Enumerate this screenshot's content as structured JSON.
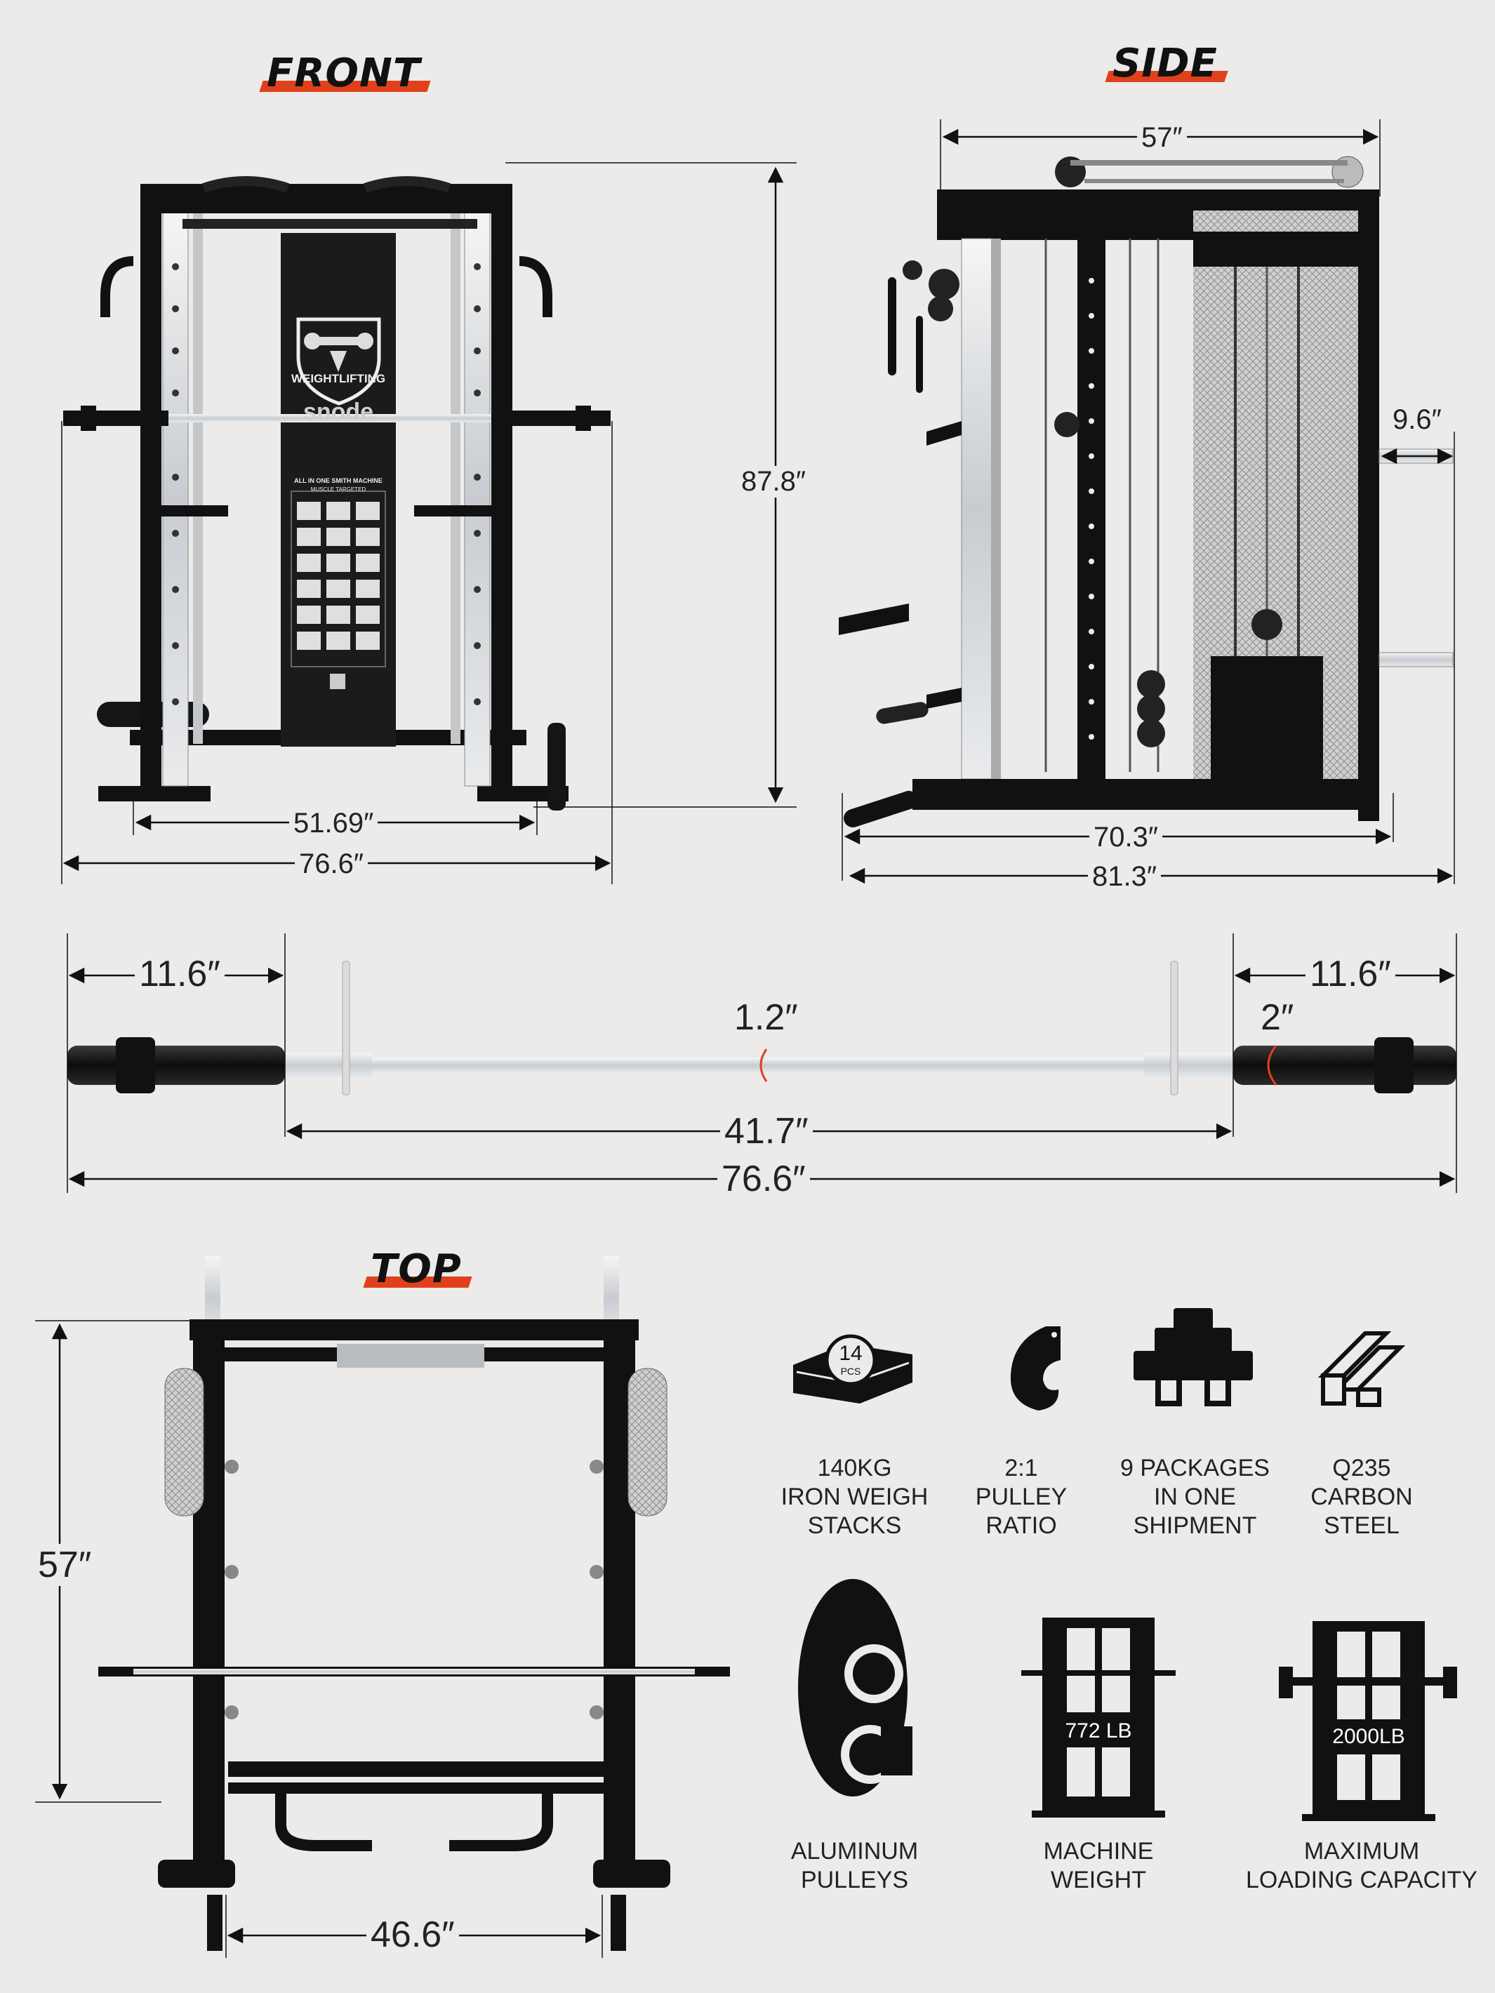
{
  "views": {
    "front_title": "FRONT",
    "side_title": "SIDE",
    "top_title": "TOP"
  },
  "front": {
    "brand": "snode",
    "logo_text": "WEIGHTLIFTING",
    "panel_heading": "ALL IN ONE SMITH MACHINE",
    "panel_subheading": "MUSCLE TARGETED",
    "height": "87.8″",
    "inner_width": "51.69″",
    "outer_width": "76.6″"
  },
  "side": {
    "top_length": "57″",
    "handle_depth": "9.6″",
    "base_length": "70.3″",
    "overall_length": "81.3″"
  },
  "bar": {
    "left_sleeve": "11.6″",
    "right_sleeve": "11.6″",
    "bar_diameter": "1.2″",
    "sleeve_diameter": "2″",
    "shaft_length": "41.7″",
    "total_length": "76.6″"
  },
  "top": {
    "depth": "57″",
    "width": "46.6″"
  },
  "features": [
    {
      "icon": "weight-stack-icon",
      "badge_count": "14",
      "badge_unit": "PCS",
      "label": "140KG\nIRON WEIGH\nSTACKS"
    },
    {
      "icon": "pulley-ratio-icon",
      "label": "2:1\nPULLEY\nRATIO"
    },
    {
      "icon": "packages-icon",
      "label": "9 PACKAGES\nIN ONE\nSHIPMENT"
    },
    {
      "icon": "steel-beam-icon",
      "label": "Q235\nCARBON\nSTEEL"
    },
    {
      "icon": "aluminum-pulley-icon",
      "label": "ALUMINUM\nPULLEYS"
    },
    {
      "icon": "machine-weight-icon",
      "value": "772 LB",
      "label": "MACHINE\nWEIGHT"
    },
    {
      "icon": "load-capacity-icon",
      "value": "2000LB",
      "label": "MAXIMUM\nLOADING CAPACITY"
    }
  ],
  "colors": {
    "background": "#ecebea",
    "accent": "#e0411c",
    "frame": "#111111",
    "steel": "#b9bcc0"
  }
}
